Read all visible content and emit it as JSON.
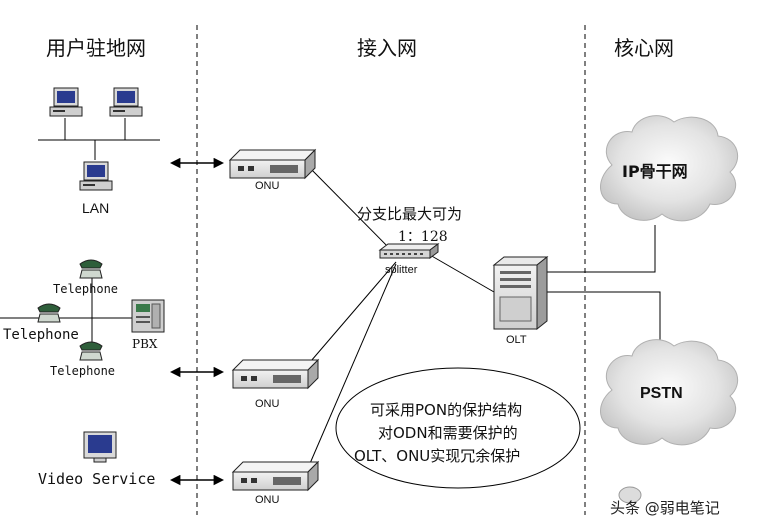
{
  "sections": {
    "customer_premises": "用户驻地网",
    "access_network": "接入网",
    "core_network": "核心网"
  },
  "devices": {
    "lan": "LAN",
    "telephone_1": "Telephone",
    "telephone_2": "Telephone",
    "telephone_3": "Telephone",
    "pbx": "PBX",
    "video_service": "Video Service",
    "onu_1": "ONU",
    "onu_2": "ONU",
    "onu_3": "ONU",
    "splitter": "splitter",
    "olt": "OLT",
    "ip_backbone": "IP骨干网",
    "pstn": "PSTN"
  },
  "annotations": {
    "split_ratio_line1": "分支比最大可为",
    "split_ratio_line2": "1：128",
    "protection_line1": "可采用PON的保护结构",
    "protection_line2": "对ODN和需要保护的",
    "protection_line3": "OLT、ONU实现冗余保护"
  },
  "watermark": "头条 @弱电笔记"
}
